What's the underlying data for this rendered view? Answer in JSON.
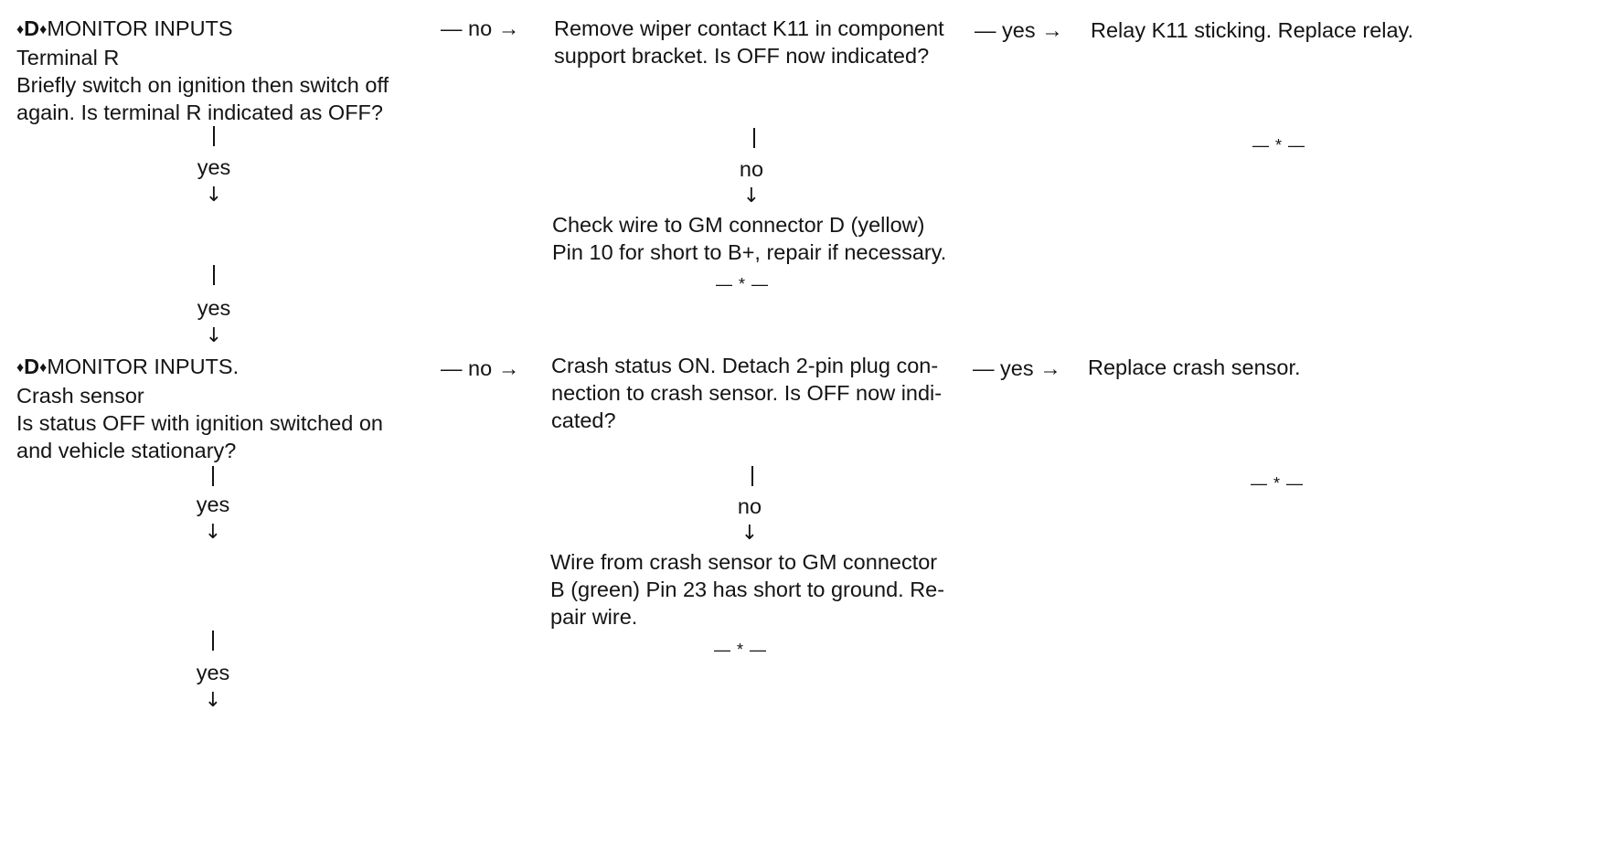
{
  "step1": {
    "prefix_diamond": "♦",
    "code": "D",
    "suffix_diamond": "♦",
    "title": "MONITOR INPUTS",
    "subtitle": "Terminal R",
    "question_line1": "Briefly switch on ignition then switch off",
    "question_line2": "again. Is terminal R indicated as OFF?",
    "no_label": "— no →",
    "yes_label_1": "yes",
    "yes_label_2": "yes"
  },
  "step1_no": {
    "line1": "Remove wiper contact K11 in component",
    "line2": "support bracket. Is OFF now indicated?",
    "yes_label": "— yes →",
    "no_label": "no",
    "result_yes": "Relay K11 sticking. Replace relay.",
    "end_yes": "— * —",
    "result_no_line1": "Check wire to GM connector D (yellow)",
    "result_no_line2": "Pin 10 for short to B+, repair if necessary.",
    "end_no": "— * —"
  },
  "step2": {
    "prefix_diamond": "♦",
    "code": "D",
    "suffix_diamond": "♦",
    "title": "MONITOR INPUTS.",
    "subtitle": "Crash sensor",
    "question_line1": "Is status OFF with ignition switched on",
    "question_line2": "and vehicle stationary?",
    "no_label": "— no →",
    "yes_label_1": "yes",
    "yes_label_2": "yes"
  },
  "step2_no": {
    "line1": "Crash status ON. Detach 2-pin plug con-",
    "line2": "nection to crash sensor. Is OFF now indi-",
    "line3": "cated?",
    "yes_label": "— yes →",
    "no_label": "no",
    "result_yes": "Replace crash sensor.",
    "end_yes": "— * —",
    "result_no_line1": "Wire from crash sensor to GM connector",
    "result_no_line2": "B (green) Pin 23 has short to ground. Re-",
    "result_no_line3": "pair wire.",
    "end_no": "— * —"
  },
  "icons": {
    "down_arrow": "↓"
  }
}
